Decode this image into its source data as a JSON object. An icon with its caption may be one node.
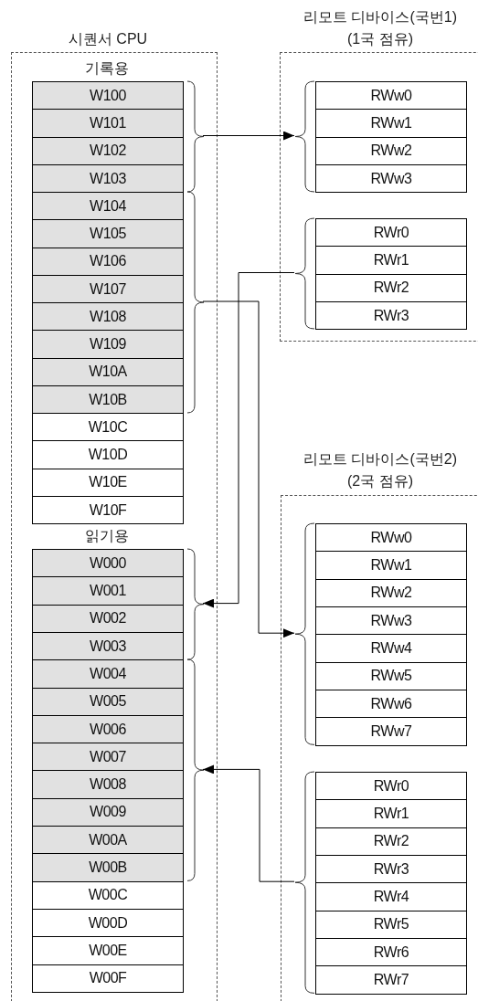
{
  "diagram": {
    "nodes": [
      {
        "text": [
          "시퀀서 CPU"
        ]
      },
      {
        "text": [
          "W100"
        ],
        "in": 0
      },
      {
        "text": [
          "W101"
        ],
        "in": 0
      },
      {
        "text": [
          "W102"
        ],
        "in": 0
      },
      {
        "text": [
          "W103"
        ],
        "in": 0
      },
      {
        "text": [
          "W104"
        ],
        "in": 0
      },
      {
        "text": [
          "W105"
        ],
        "in": 0
      },
      {
        "text": [
          "W106"
        ],
        "in": 0
      },
      {
        "text": [
          "W107"
        ],
        "in": 0
      },
      {
        "text": [
          "W108"
        ],
        "in": 0
      },
      {
        "text": [
          "W109"
        ],
        "in": 0
      },
      {
        "text": [
          "W10A"
        ],
        "in": 0
      },
      {
        "text": [
          "W10B"
        ],
        "in": 0
      },
      {
        "text": [
          "W10C"
        ],
        "in": 0
      },
      {
        "text": [
          "W10D"
        ],
        "in": 0
      },
      {
        "text": [
          "W10E"
        ],
        "in": 0
      },
      {
        "text": [
          "W10F"
        ],
        "in": 0
      },
      {
        "text": [
          "W000"
        ],
        "in": 0
      },
      {
        "text": [
          "W001"
        ],
        "in": 0
      },
      {
        "text": [
          "W002"
        ],
        "in": 0
      },
      {
        "text": [
          "W003"
        ],
        "in": 0
      },
      {
        "text": [
          "W004"
        ],
        "in": 0
      },
      {
        "text": [
          "W005"
        ],
        "in": 0
      },
      {
        "text": [
          "W006"
        ],
        "in": 0
      },
      {
        "text": [
          "W007"
        ],
        "in": 0
      },
      {
        "text": [
          "W008"
        ],
        "in": 0
      },
      {
        "text": [
          "W009"
        ],
        "in": 0
      },
      {
        "text": [
          "W00A"
        ],
        "in": 0
      },
      {
        "text": [
          "W00B"
        ],
        "in": 0
      },
      {
        "text": [
          "W00C"
        ],
        "in": 0
      },
      {
        "text": [
          "W00D"
        ],
        "in": 0
      },
      {
        "text": [
          "W00E"
        ],
        "in": 0
      },
      {
        "text": [
          "W00F"
        ],
        "in": 0
      },
      {
        "text": [
          "리모트 디바이스(국번1)",
          "(1국 점유)"
        ]
      },
      {
        "text": [
          "RWw0"
        ],
        "in": 33
      },
      {
        "text": [
          "RWw1"
        ],
        "in": 33
      },
      {
        "text": [
          "RWw2"
        ],
        "in": 33
      },
      {
        "text": [
          "RWw3"
        ],
        "in": 33
      },
      {
        "text": [
          "RWr0"
        ],
        "in": 33
      },
      {
        "text": [
          "RWr1"
        ],
        "in": 33
      },
      {
        "text": [
          "RWr2"
        ],
        "in": 33
      },
      {
        "text": [
          "RWr3"
        ],
        "in": 33
      },
      {
        "text": [
          "리모트 디바이스(국번2)",
          "(2국 점유)"
        ]
      },
      {
        "text": [
          "RWw0"
        ],
        "in": 42
      },
      {
        "text": [
          "RWw1"
        ],
        "in": 42
      },
      {
        "text": [
          "RWw2"
        ],
        "in": 42
      },
      {
        "text": [
          "RWw3"
        ],
        "in": 42
      },
      {
        "text": [
          "RWw4"
        ],
        "in": 42
      },
      {
        "text": [
          "RWw5"
        ],
        "in": 42
      },
      {
        "text": [
          "RWw6"
        ],
        "in": 42
      },
      {
        "text": [
          "RWw7"
        ],
        "in": 42
      },
      {
        "text": [
          "RWr0"
        ],
        "in": 42
      },
      {
        "text": [
          "RWr1"
        ],
        "in": 42
      },
      {
        "text": [
          "RWr2"
        ],
        "in": 42
      },
      {
        "text": [
          "RWr3"
        ],
        "in": 42
      },
      {
        "text": [
          "RWr4"
        ],
        "in": 42
      },
      {
        "text": [
          "RWr5"
        ],
        "in": 42
      },
      {
        "text": [
          "RWr6"
        ],
        "in": 42
      },
      {
        "text": [
          "RWr7"
        ],
        "in": 42
      },
      {
        "text": [],
        "shape": "brace",
        "in": 0
      },
      {
        "text": [],
        "shape": "brace",
        "in": 0
      },
      {
        "text": [],
        "shape": "brace",
        "in": 0
      },
      {
        "text": [],
        "shape": "brace",
        "in": 0
      },
      {
        "text": [],
        "shape": "brace",
        "in": 33
      },
      {
        "text": [],
        "shape": "brace",
        "in": 33
      },
      {
        "text": [],
        "shape": "brace",
        "in": 42
      },
      {
        "text": [],
        "shape": "brace",
        "in": 42
      }
    ],
    "edges": [
      {
        "from": 59,
        "to": 63,
        "arrow": "to"
      },
      {
        "from": 64,
        "to": 61,
        "arrow": "to"
      },
      {
        "from": 60,
        "to": 65,
        "arrow": "to"
      },
      {
        "from": 66,
        "to": 62,
        "arrow": "to"
      }
    ],
    "labels": [
      "기록용",
      "읽기용"
    ]
  }
}
